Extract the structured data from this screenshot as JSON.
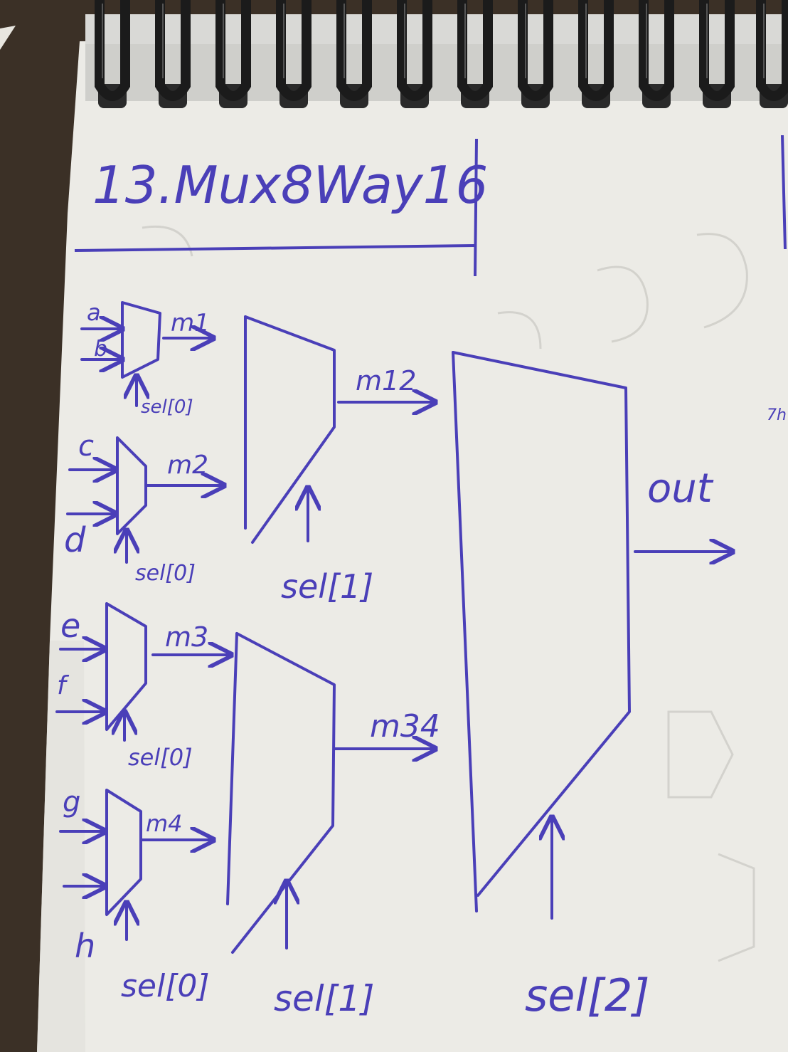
{
  "title": "13.Mux8Way16",
  "colors": {
    "ink": "#4a3fb8",
    "paper": "#ecebe6",
    "desk": "#3b3026",
    "spiral": "#1b1b1b"
  },
  "inputs": {
    "a": "a",
    "b": "b",
    "c": "c",
    "d": "d",
    "e": "e",
    "f": "f",
    "g": "g",
    "h": "h"
  },
  "wires": {
    "m1": "m1",
    "m2": "m2",
    "m3": "m3",
    "m4": "m4",
    "m12": "m12",
    "m34": "m34",
    "out": "out"
  },
  "selects": {
    "sel0": "sel[0]",
    "sel1": "sel[1]",
    "sel2": "sel[2]"
  }
}
